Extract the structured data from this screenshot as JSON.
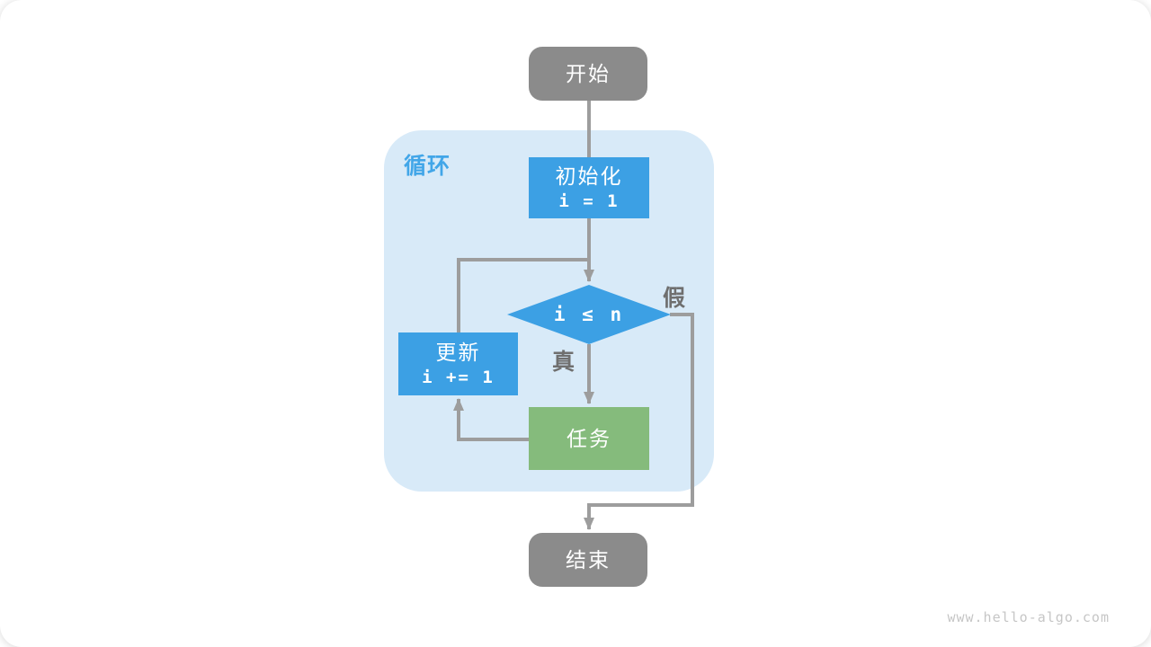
{
  "colors": {
    "node_blue": "#3CA0E4",
    "node_green": "#85BB7C",
    "node_gray": "#8B8B8B",
    "container_blue": "#D8EAF8",
    "arrow_gray": "#9D9D9D",
    "branch_label_gray": "#6F6F6F",
    "loop_label_blue": "#42A6E8",
    "watermark_gray": "#C6C6C6"
  },
  "flowchart": {
    "loop_label": "循环",
    "branch_true": "真",
    "branch_false": "假",
    "nodes": {
      "start": {
        "label": "开始"
      },
      "init": {
        "label": "初始化",
        "code": "i = 1"
      },
      "condition": {
        "code": "i ≤ n"
      },
      "update": {
        "label": "更新",
        "code": "i += 1"
      },
      "task": {
        "label": "任务"
      },
      "end": {
        "label": "结束"
      }
    }
  },
  "watermark": "www.hello-algo.com"
}
